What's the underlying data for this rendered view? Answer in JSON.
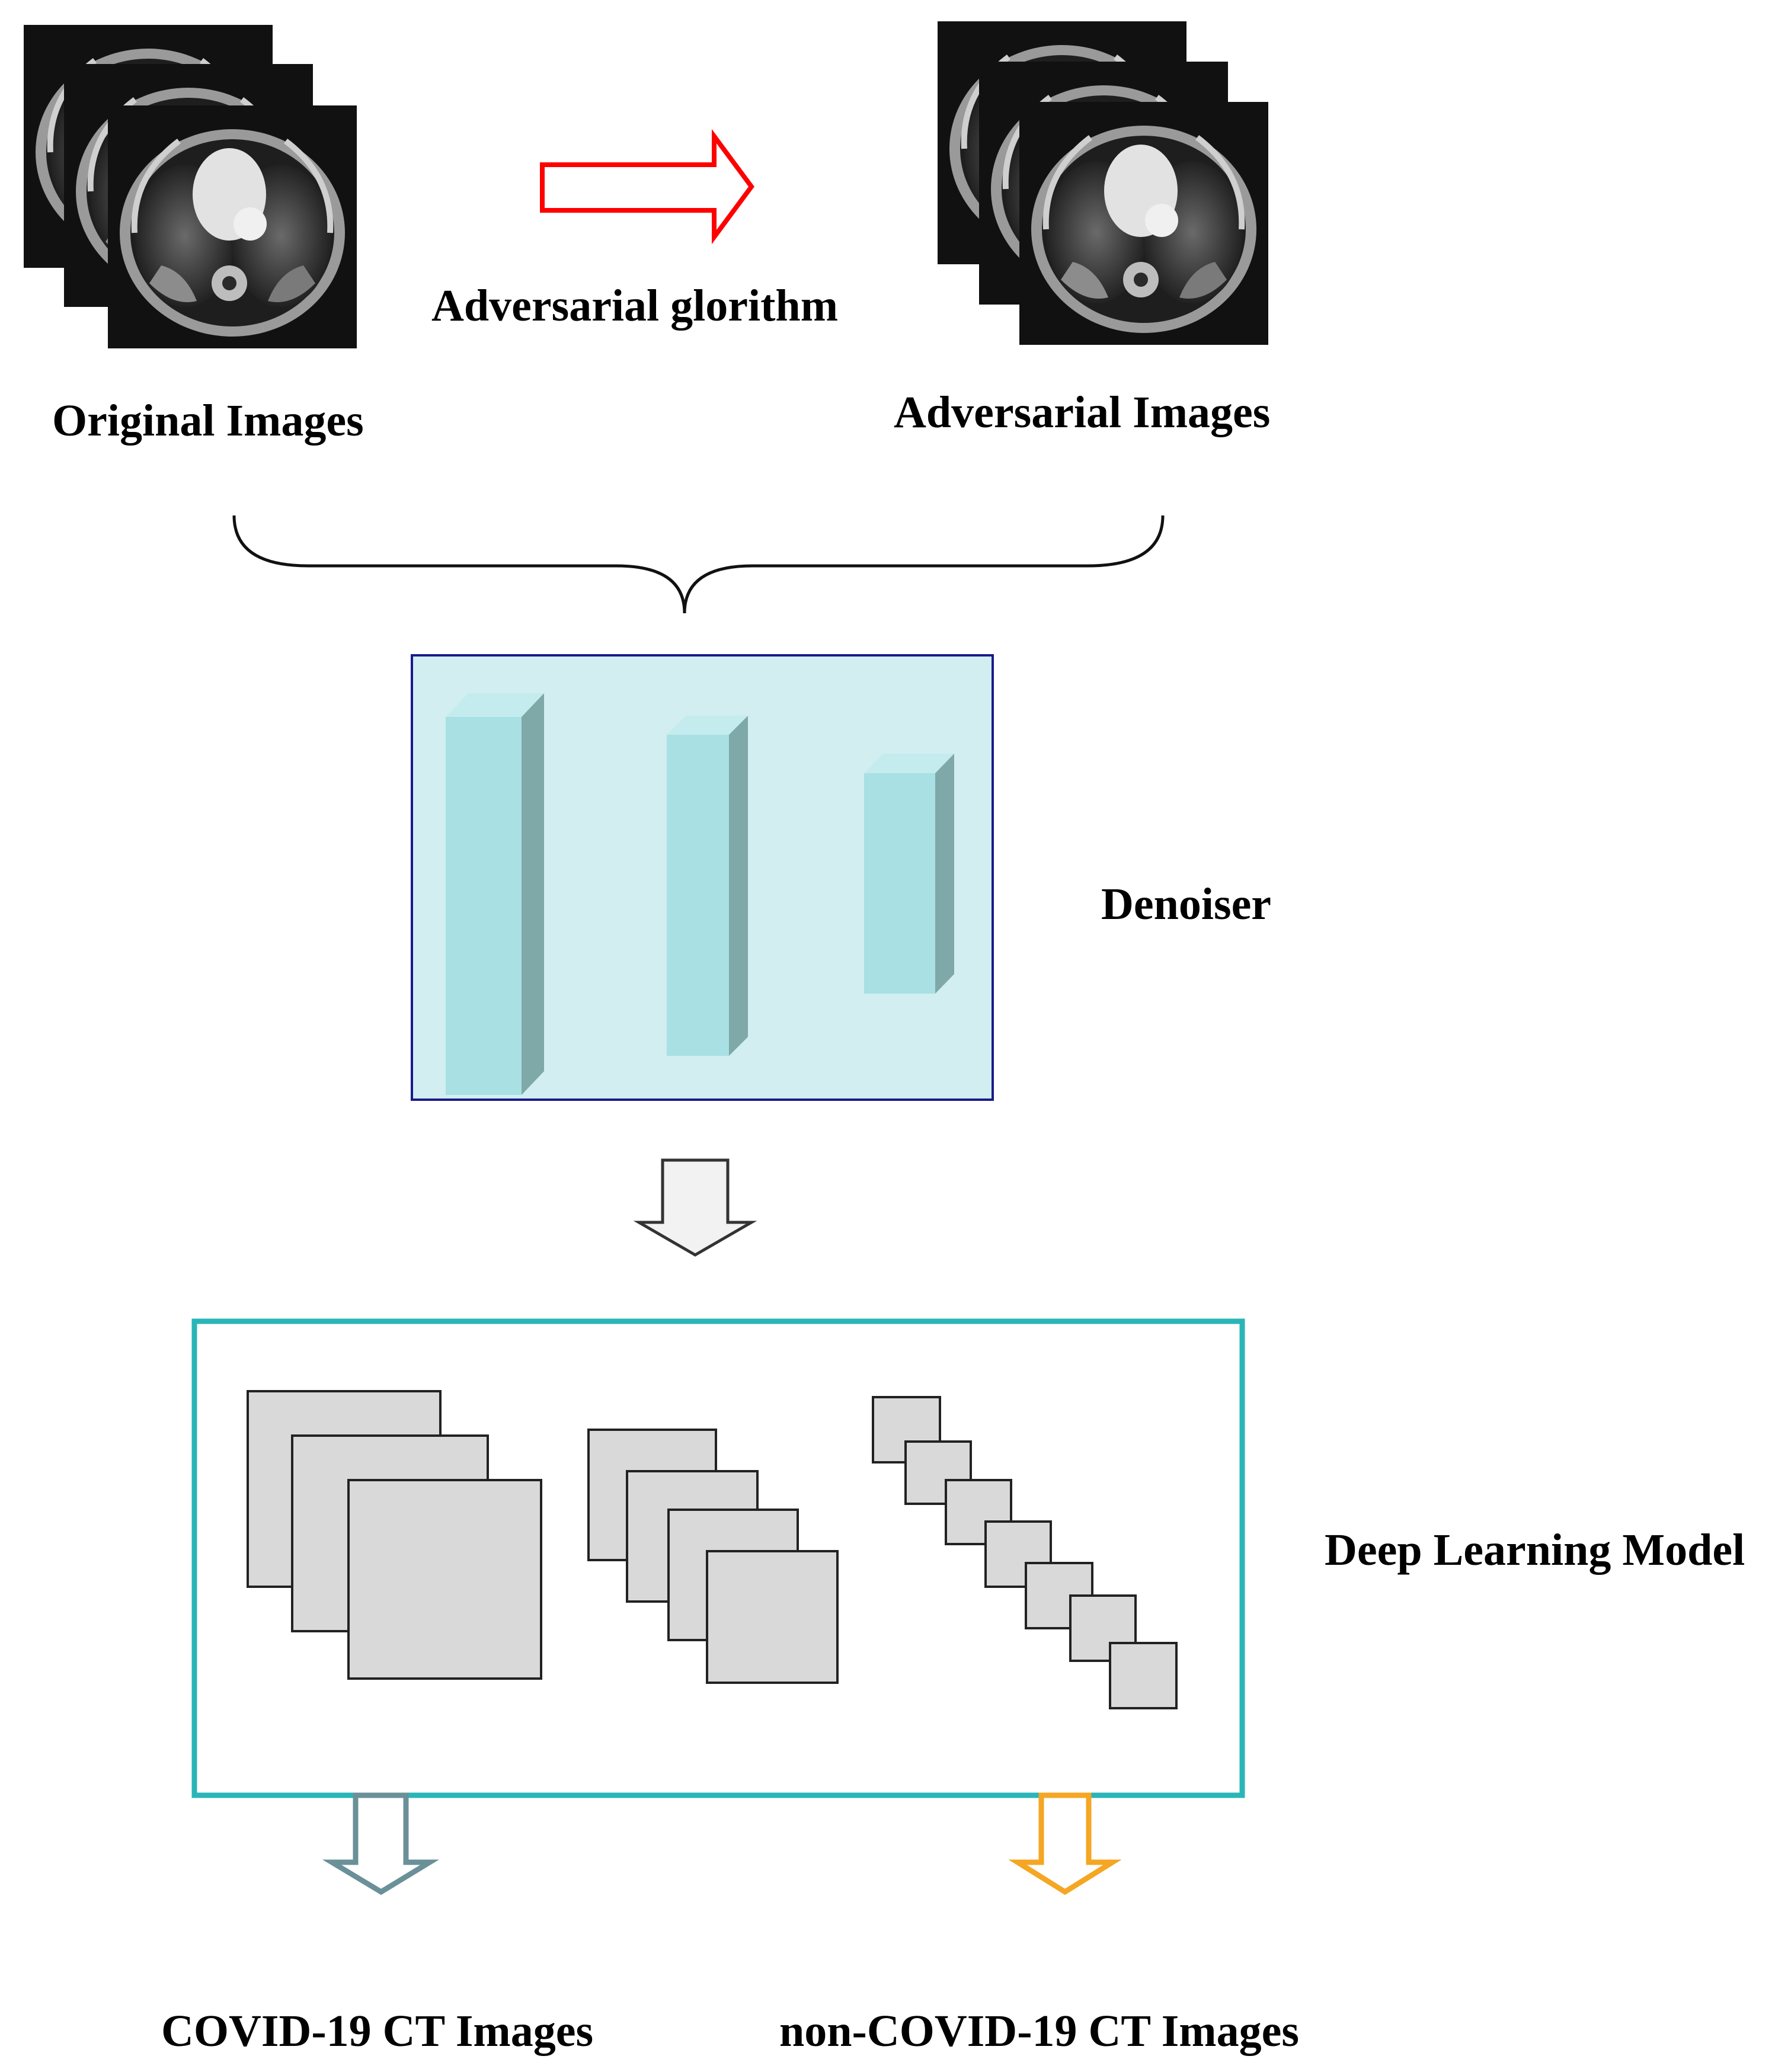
{
  "labels": {
    "original_images": "Original Images",
    "adversarial_algorithm": "Adversarial glorithm",
    "adversarial_images": "Adversarial Images",
    "denoiser": "Denoiser",
    "deep_learning_model": "Deep Learning Model",
    "covid_output": "COVID-19 CT Images",
    "non_covid_output": "non-COVID-19 CT Images"
  },
  "colors": {
    "adversarial_arrow": "#ff0000",
    "denoiser_panel_fill": "#d2eef0",
    "denoiser_panel_border": "#1a1a8c",
    "denoiser_block_front": "#a8e0e4",
    "denoiser_block_top": "#c4ecee",
    "denoiser_block_side": "#7fa8a8",
    "model_border": "#2ab5b8",
    "feature_map_fill": "#d9d9d9",
    "covid_arrow": "#6a9098",
    "non_covid_arrow": "#f5a623",
    "flow_arrow_fill": "#f2f2f2"
  },
  "icons": {
    "ct_stack": "ct-scan-stack-icon",
    "brace": "curly-brace-icon",
    "arrow": "hollow-arrow-icon"
  }
}
